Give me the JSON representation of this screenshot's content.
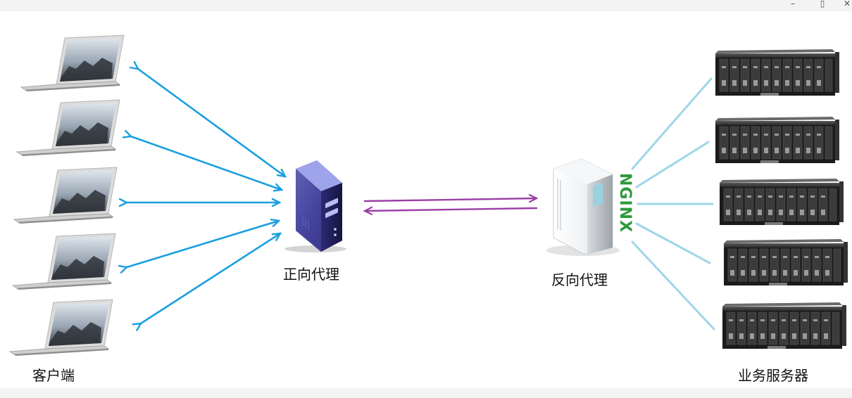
{
  "window": {
    "minimize_glyph": "–",
    "maximize_glyph": "▯",
    "close_glyph": "✕"
  },
  "labels": {
    "clients": "客户端",
    "forward_proxy": "正向代理",
    "reverse_proxy": "反向代理",
    "business_servers": "业务服务器"
  },
  "nginx": {
    "text": "NGINX",
    "color": "#2e9a3c"
  },
  "colors": {
    "client_arrows": "#1a9fe0",
    "proxy_link": "#9b3fa6",
    "server_lines": "#9fd6e8"
  },
  "icons": {
    "client": "laptop-icon",
    "forward_proxy": "server-tower-icon",
    "reverse_proxy": "server-tower-icon",
    "business_server": "blade-server-icon"
  }
}
